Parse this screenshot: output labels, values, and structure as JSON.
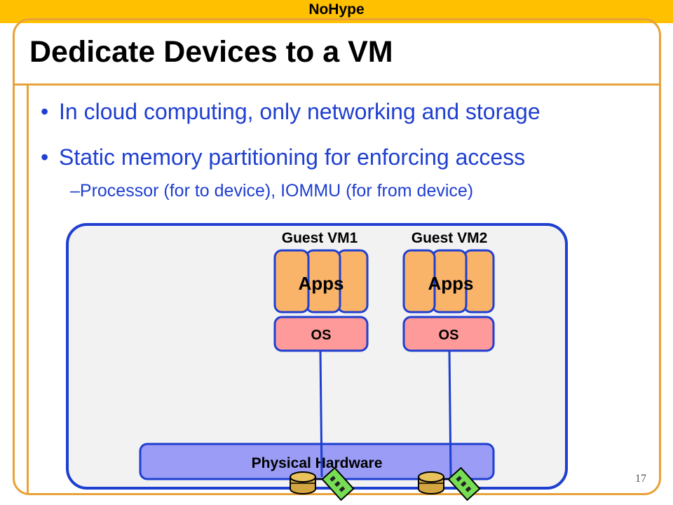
{
  "header": {
    "label": "NoHype",
    "bar_color": "#FFC000"
  },
  "slide": {
    "title": "Dedicate Devices to a VM",
    "bullets": [
      {
        "text": "In cloud computing, only networking and storage"
      },
      {
        "text": "Static memory partitioning for enforcing access"
      }
    ],
    "sub_bullet": "Processor (for to device), IOMMU (for from device)",
    "bullet_marker": "•",
    "sub_marker": "–",
    "page_number": "17"
  },
  "diagram": {
    "vms": [
      {
        "label": "Guest VM1",
        "apps": "Apps",
        "os": "OS"
      },
      {
        "label": "Guest VM2",
        "apps": "Apps",
        "os": "OS"
      }
    ],
    "hardware": "Physical Hardware",
    "colors": {
      "frame": "#E8A23A",
      "outline": "#1F3FD0",
      "host_fill": "#F2F2F2",
      "apps_fill": "#F9B46A",
      "os_fill": "#FF9A9A",
      "hardware_fill": "#9A9CF5",
      "text_blue": "#1F3FD0"
    },
    "icons": [
      "disk-storage-icon",
      "network-card-icon"
    ]
  }
}
